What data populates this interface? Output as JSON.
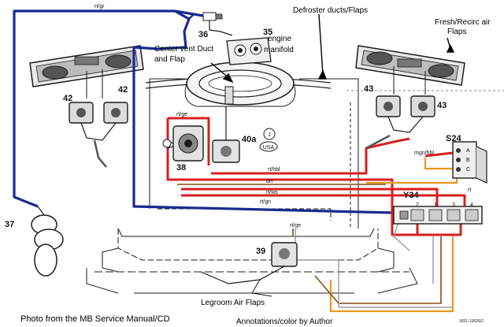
{
  "annotations": {
    "defroster": "Defroster ducts/Flaps",
    "fresh_recirc_line1": "Fresh/Recirc air",
    "fresh_recirc_line2": "Flaps",
    "center_vent_line1": "Center vent Duct",
    "center_vent_line2": "and Flap",
    "engine_line1": "engine",
    "engine_line2": "manifold",
    "legroom": "Legroom Air Flaps",
    "photo_credit": "Photo from the MB Service Manual/CD",
    "author_credit": "Annotations/color by Author",
    "ref_code": "1831-10626/2"
  },
  "parts": {
    "p35": "35",
    "p36": "36",
    "p37": "37",
    "p38": "38",
    "p39": "39",
    "p40a": "40a",
    "p42a": "42",
    "p42b": "42",
    "p43a": "43",
    "p43b": "43",
    "s24": "S24",
    "y34": "Y34"
  },
  "badges": {
    "j": "J",
    "usa": "USA"
  },
  "hose_labels": {
    "rt_gr": "rt/gr",
    "rt_ge_center": "rt/ge",
    "rt_hbl": "rt/hbl",
    "drt": "drt",
    "rt_ws": "rt/ws",
    "rt_gn": "rt/gn",
    "mgn_hbl": "mgn/hbl",
    "rt_right": "rt",
    "rt_ge_lower": "rt/ge"
  },
  "switch_ports": {
    "a": "A",
    "b": "B",
    "c": "C"
  },
  "valve_ports": [
    "2",
    "1",
    "3",
    "4"
  ],
  "colors": {
    "blue_hose": "#1a2b8f",
    "red_hose": "#d81f1f",
    "orange_hose": "#e69a1c",
    "brown_hose": "#8a4a12",
    "line": "#1c1c1c",
    "background": "#ffffff"
  }
}
